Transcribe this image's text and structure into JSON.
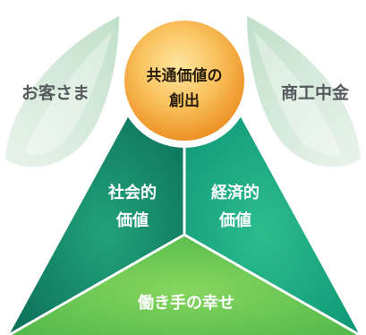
{
  "center": {
    "line1": "共通価値の",
    "line2": "創出"
  },
  "left_label": "お客さま",
  "right_label": "商工中金",
  "wedges": {
    "social": {
      "line1": "社会的",
      "line2": "価値"
    },
    "economic": {
      "line1": "経済的",
      "line2": "価値"
    },
    "bottom": "働き手の幸せ"
  },
  "colors": {
    "left_panel": "#0c7e66",
    "right_panel": "#10a081",
    "bottom_panel": "#64c552",
    "divider": "#ffffff",
    "center_circle": "#f6a83c",
    "leaf": "#dcece1",
    "side_text": "#555a5c"
  }
}
